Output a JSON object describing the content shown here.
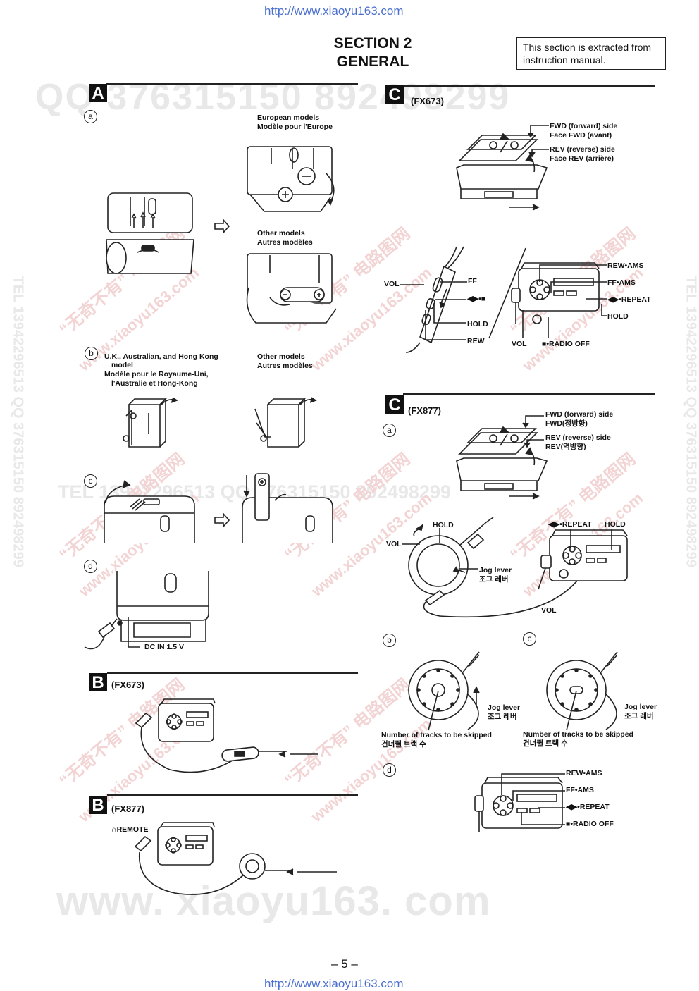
{
  "header_url": "http://www.xiaoyu163.com",
  "footer_url": "http://www.xiaoyu163.com",
  "section_title": "SECTION  2",
  "section_subtitle": "GENERAL",
  "note": "This section is extracted from instruction manual.",
  "page_number": "– 5 –",
  "watermarks": {
    "qq_top": "QQ 376315150   892498299",
    "tel_mid": "TEL 13942296513    QQ 376315150   892498299",
    "side_right": "TEL 13942296513  QQ 376315150  892498299",
    "side_left": "TEL 13942296513  QQ 376315150  892498299",
    "site_bottom": "www. xiaoyu163. com",
    "diag_text": "“无奇不有” 电路图网",
    "diag_url": "www.xiaoyu163.com"
  },
  "panel_A": {
    "letter": "A",
    "sub_a": "a",
    "european": "European models",
    "european_fr": "Modèle pour l'Europe",
    "other1": "Other models",
    "other1_fr": "Autres modèles",
    "sub_b": "b",
    "uk_line1": "U.K., Australian, and  Hong Kong",
    "uk_line2": "model",
    "uk_line3": "Modèle pour le Royaume-Uni,",
    "uk_line4": "l'Australie et Hong-Kong",
    "other2": "Other models",
    "other2_fr": "Autres modèles",
    "sub_c": "c",
    "sub_d": "d",
    "dc_in": "DC IN 1.5 V"
  },
  "panel_B1": {
    "letter": "B",
    "model": "(FX673)"
  },
  "panel_B2": {
    "letter": "B",
    "model": "(FX877)",
    "remote": "REMOTE"
  },
  "panel_C1": {
    "letter": "C",
    "model": "(FX673)",
    "fwd": "FWD (forward) side",
    "fwd_fr": "Face FWD (avant)",
    "rev": "REV (reverse) side",
    "rev_fr": "Face REV (arrière)",
    "vol": "VOL",
    "ff": "FF",
    "play_stop": "◀▶•■",
    "hold": "HOLD",
    "rew": "REW",
    "rew_ams": "REW•AMS",
    "ff_ams": "FF•AMS",
    "repeat": "◀▶•REPEAT",
    "hold2": "HOLD",
    "vol2": "VOL",
    "radio_off": "■•RADIO OFF"
  },
  "panel_C2": {
    "letter": "C",
    "model": "(FX877)",
    "sub_a": "a",
    "fwd": "FWD (forward) side",
    "fwd_kr": "FWD(정방향)",
    "rev": "REV (reverse) side",
    "rev_kr": "REV(역방향)",
    "hold": "HOLD",
    "repeat": "◀▶•REPEAT",
    "hold2": "HOLD",
    "vol": "VOL",
    "jog": "Jog lever",
    "jog_kr": "조그 레버",
    "vol2": "VOL",
    "sub_b": "b",
    "sub_c": "c",
    "jog_b": "Jog lever",
    "jog_b_kr": "조그 레버",
    "skip_b": "Number of tracks to be skipped",
    "skip_b_kr": "건너뛸 트랙 수",
    "jog_c": "Jog lever",
    "jog_c_kr": "조그 레버",
    "skip_c": "Number of tracks to be skipped",
    "skip_c_kr": "건너뛸 트랙 수",
    "sub_d": "d",
    "rew_ams": "REW•AMS",
    "ff_ams": "FF•AMS",
    "repeat2": "◀▶•REPEAT",
    "radio_off": "■•RADIO OFF"
  }
}
